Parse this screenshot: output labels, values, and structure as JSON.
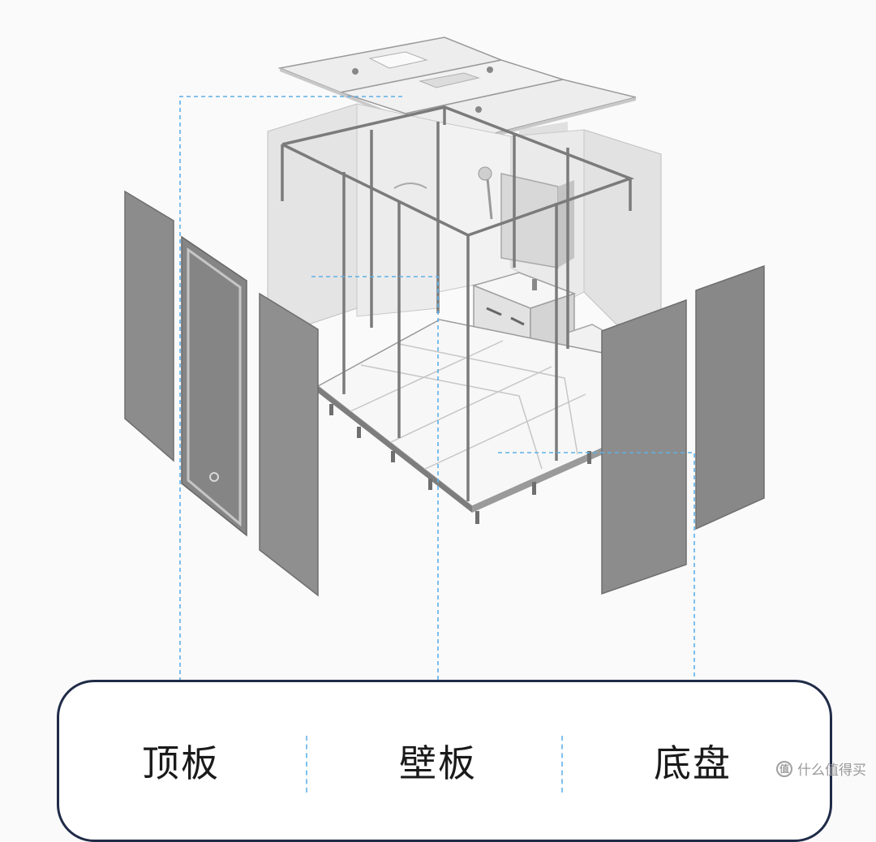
{
  "labels": {
    "ceiling": "顶板",
    "wall": "壁板",
    "floor": "底盘"
  },
  "watermark": {
    "badge": "值",
    "text": "什么值得买"
  },
  "colors": {
    "frame_border": "#1f2b47",
    "dashed_line": "#5eb0e8",
    "panel_gray": "#8a8a8a",
    "panel_light": "#e6e6e6"
  }
}
